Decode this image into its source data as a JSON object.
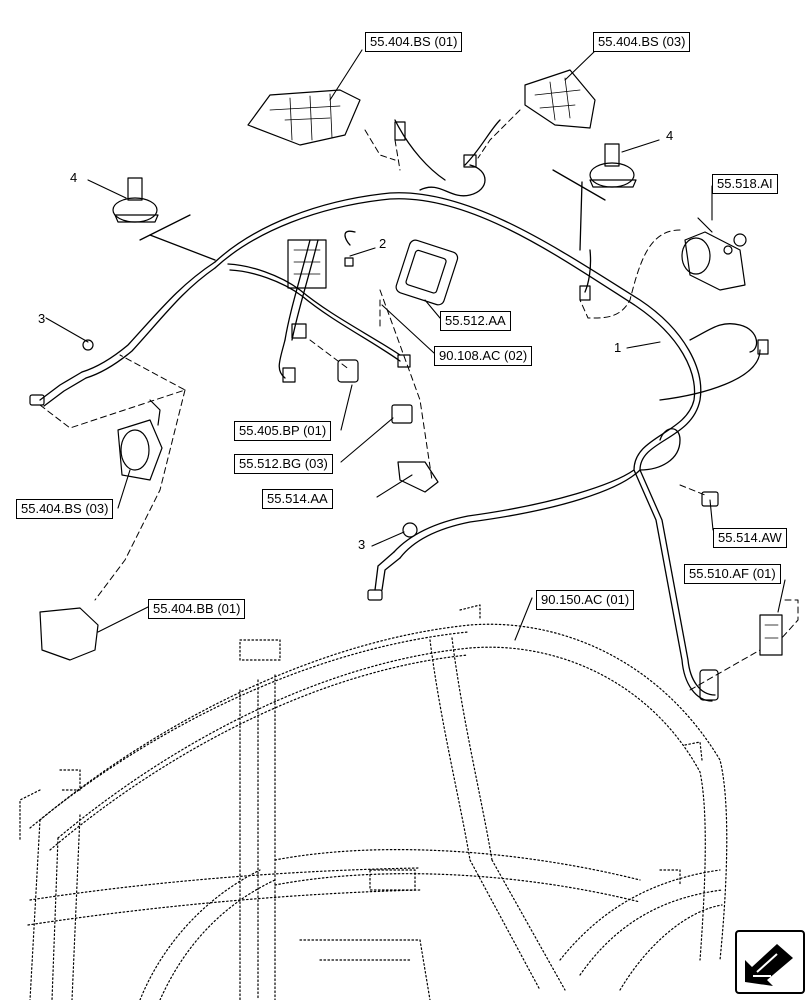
{
  "reference_labels": [
    "55.404.BS (01)",
    "55.404.BS (03)",
    "55.518.AI",
    "55.512.AA",
    "90.108.AC (02)",
    "55.405.BP (01)",
    "55.512.BG (03)",
    "55.514.AA",
    "55.404.BS (03)",
    "55.514.AW",
    "55.510.AF (01)",
    "55.404.BB (01)",
    "90.150.AC (01)"
  ],
  "callouts": [
    "4",
    "4",
    "2",
    "3",
    "1",
    "3"
  ],
  "icons": {
    "nav": "next-page-arrow-icon"
  }
}
